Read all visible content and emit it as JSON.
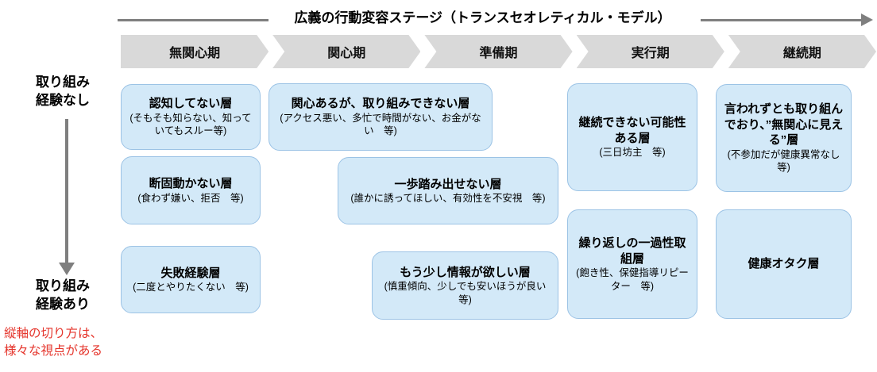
{
  "header": {
    "title": "広義の行動変容ステージ（トランスセオレティカル・モデル）"
  },
  "stages": [
    "無関心期",
    "関心期",
    "準備期",
    "実行期",
    "継続期"
  ],
  "axis": {
    "top_label": "取り組み\n経験なし",
    "bottom_label": "取り組み\n経験あり",
    "note": "縦軸の切り方は、\n様々な視点がある"
  },
  "segments": [
    {
      "title": "認知してない層",
      "sub": "(そもそも知らない、知っていてもスルー等)"
    },
    {
      "title": "断固動かない層",
      "sub": "(食わず嫌い、拒否　等)"
    },
    {
      "title": "失敗経験層",
      "sub": "(二度とやりたくない　等)"
    },
    {
      "title": "関心あるが、取り組みできない層",
      "sub": "(アクセス悪い、多忙で時間がない、お金がない　等)"
    },
    {
      "title": "一歩踏み出せない層",
      "sub": "(誰かに誘ってほしい、有効性を不安視　等)"
    },
    {
      "title": "もう少し情報が欲しい層",
      "sub": "(慎重傾向、少しでも安いほうが良い　等)"
    },
    {
      "title": "継続できない可能性ある層",
      "sub": "(三日坊主　等)"
    },
    {
      "title": "繰り返しの一過性取組層",
      "sub": "(飽き性、保健指導リピーター　等)"
    },
    {
      "title": "言われずとも取り組んでおり、”無関心に見える”層",
      "sub": "(不参加だが健康異常なし　等)"
    },
    {
      "title": "健康オタク層",
      "sub": ""
    }
  ],
  "icons": [
    "right-arrow-icon",
    "down-arrow-icon"
  ],
  "colors": {
    "segment_fill": "#d3e9f8",
    "segment_border": "#9cc3e5",
    "chevron_fill": "#d9d9d9",
    "arrow_gray": "#7f7f7f",
    "note_red": "#e5342b",
    "text": "#000000"
  }
}
